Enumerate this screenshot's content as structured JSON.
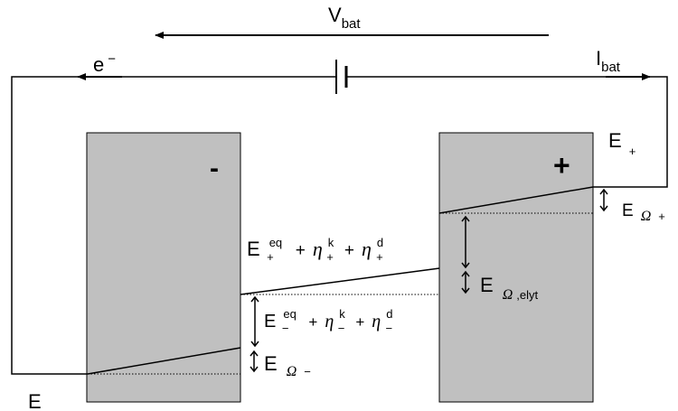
{
  "labels": {
    "v_bat": {
      "base": "V",
      "sub": "bat"
    },
    "electron": {
      "base": "e",
      "sup": "−"
    },
    "i_bat": {
      "base": "I",
      "sub": "bat"
    },
    "e_plus": {
      "base": "E",
      "sub": "+"
    },
    "e_omega_plus": {
      "base": "E",
      "greek": "Ω",
      "sub": "+"
    },
    "e_omega_elyt": {
      "base": "E",
      "greek": "Ω",
      "sub": ",elyt"
    },
    "e_omega_minus": {
      "base": "E",
      "greek": "Ω",
      "sub": "−"
    },
    "e_bottom": "E",
    "plus_electrode_sign": "+",
    "minus_electrode_sign": "-",
    "pos_eq_expr": {
      "e": "E",
      "e_sup": "eq",
      "e_sub": "+",
      "plus1": "+",
      "eta1": "η",
      "eta1_sup": "k",
      "eta1_sub": "+",
      "plus2": "+",
      "eta2": "η",
      "eta2_sup": "d",
      "eta2_sub": "+"
    },
    "neg_eq_expr": {
      "e": "E",
      "e_sup": "eq",
      "e_sub": "−",
      "plus1": "+",
      "eta1": "η",
      "eta1_sup": "k",
      "eta1_sub": "−",
      "plus2": "+",
      "eta2": "η",
      "eta2_sup": "d",
      "eta2_sub": "−"
    }
  },
  "colors": {
    "electrode_fill": "#c0c0c0",
    "line": "#000000"
  }
}
